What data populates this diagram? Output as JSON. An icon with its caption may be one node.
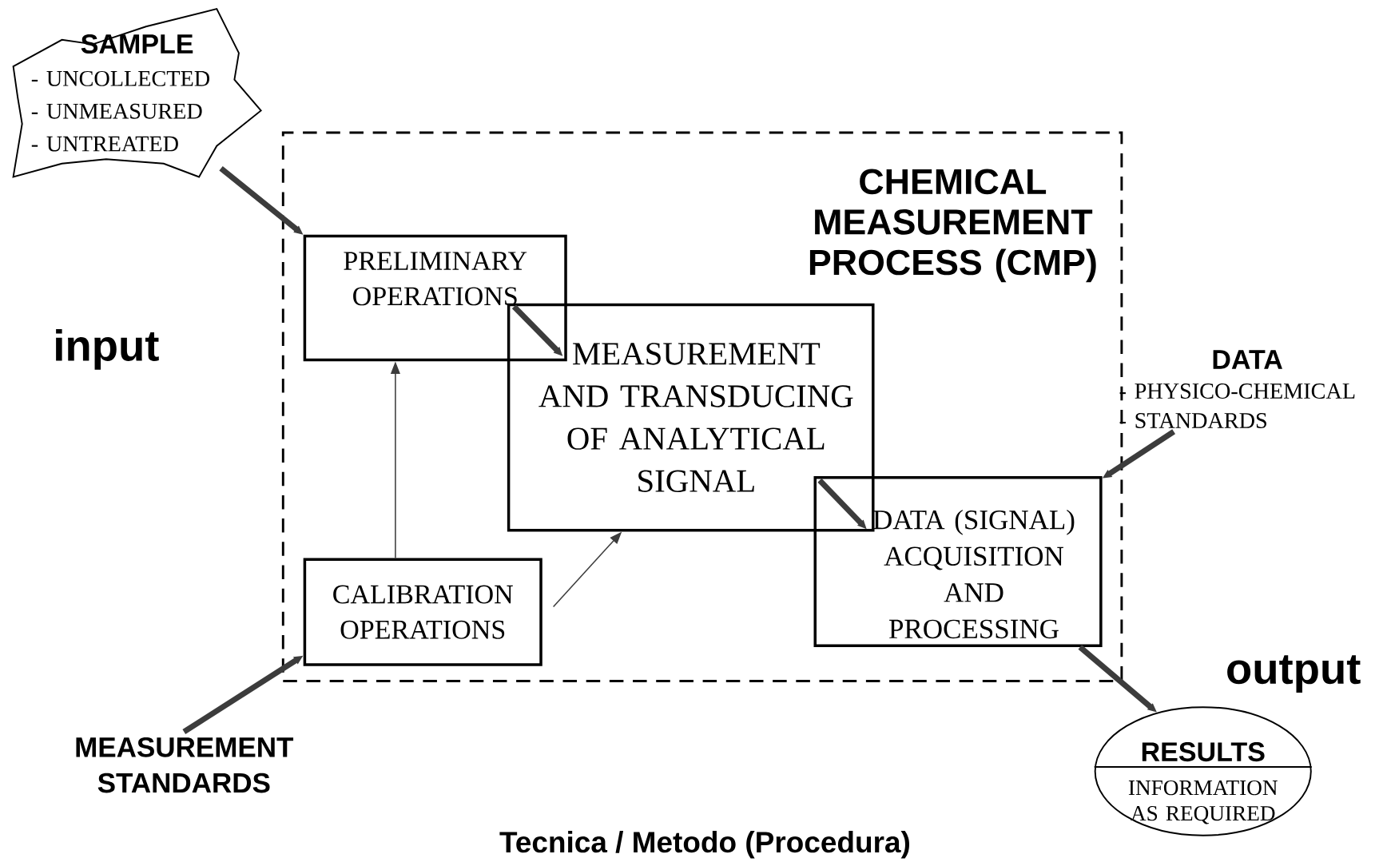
{
  "diagram": {
    "caption": "Tecnica / Metodo (Procedura)",
    "nodes": [
      {
        "text": [
          "SAMPLE",
          "- UNCOLLECTED",
          "- UNMEASURED",
          "- UNTREATED"
        ]
      },
      {
        "text": [
          "CHEMICAL MEASUREMENT PROCESS (CMP)"
        ]
      },
      {
        "text": [
          "PRELIMINARY OPERATIONS"
        ],
        "in": 1
      },
      {
        "text": [
          "MEASUREMENT AND TRANSDUCING OF ANALYTICAL SIGNAL"
        ],
        "in": 1
      },
      {
        "text": [
          "DATA (SIGNAL) ACQUISITION AND PROCESSING"
        ],
        "in": 1
      },
      {
        "text": [
          "CALIBRATION OPERATIONS"
        ],
        "in": 1
      },
      {
        "text": [
          "MEASUREMENT STANDARDS"
        ]
      },
      {
        "text": [
          "DATA",
          "- PHYSICO-CHEMICAL",
          "- STANDARDS"
        ]
      },
      {
        "text": [
          "RESULTS",
          "INFORMATION AS REQUIRED"
        ]
      }
    ],
    "edges": [
      {
        "from": 0,
        "to": 2,
        "arrow": "to"
      },
      {
        "from": 2,
        "to": 3,
        "arrow": "to"
      },
      {
        "from": 3,
        "to": 4,
        "arrow": "to"
      },
      {
        "from": 5,
        "to": 2,
        "arrow": "to"
      },
      {
        "from": 5,
        "to": 3,
        "arrow": "to"
      },
      {
        "from": 6,
        "to": 5,
        "arrow": "to"
      },
      {
        "from": 7,
        "to": 4,
        "arrow": "to"
      },
      {
        "from": 4,
        "to": 8,
        "arrow": "to"
      }
    ],
    "labels": [
      "input",
      "output"
    ]
  }
}
